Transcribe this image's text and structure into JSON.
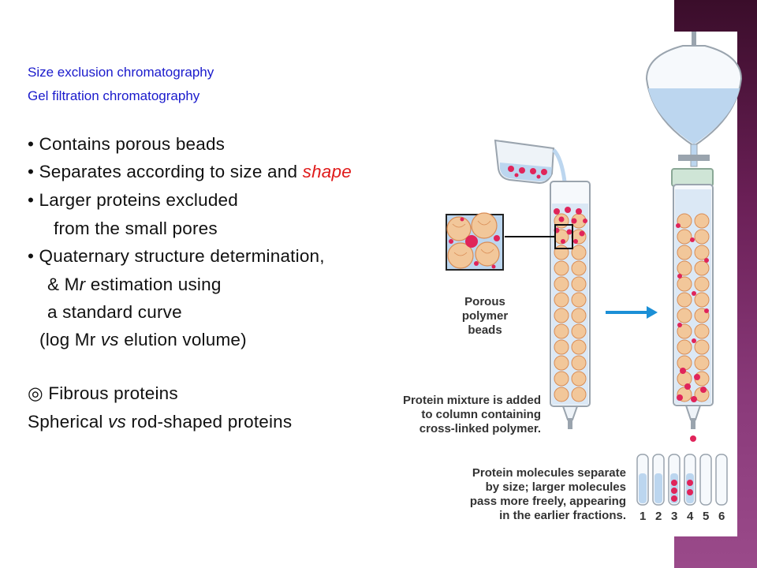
{
  "header": {
    "subtitle_1": "Size exclusion chromatography",
    "subtitle_2": "Gel filtration chromatography"
  },
  "bullets": {
    "b1": "• Contains porous beads",
    "b2_a": "• Separates according to size and ",
    "b2_b": "shape",
    "b3_a": "• Larger proteins excluded",
    "b3_b": "from the small pores",
    "b4_a": "• Quaternary structure determination,",
    "b4_b_1": "& M",
    "b4_b_2": "r",
    "b4_b_3": " estimation using",
    "b4_c": "a standard curve",
    "b4_d_1": "(log Mr ",
    "b4_d_2": "vs",
    "b4_d_3": " elution volume)"
  },
  "notes": {
    "n1": "◎ Fibrous proteins",
    "n2_a": "Spherical ",
    "n2_b": "vs",
    "n2_c": " rod-shaped proteins"
  },
  "figure": {
    "inset_label_1": "Porous",
    "inset_label_2": "polymer beads",
    "caption_added_1": "Protein mixture is added",
    "caption_added_2": "to column containing",
    "caption_added_3": "cross-linked polymer.",
    "caption_sep_1": "Protein molecules separate",
    "caption_sep_2": "by size; larger molecules",
    "caption_sep_3": "pass more freely, appearing",
    "caption_sep_4": "in the earlier fractions.",
    "tubes": [
      "1",
      "2",
      "3",
      "4",
      "5",
      "6"
    ],
    "colors": {
      "bead": "#f2c79a",
      "bead_line": "#d98d56",
      "protein": "#e0245a",
      "liquid": "#bcd6ef",
      "arrow": "#1b8fd6",
      "band": "#6a1f56"
    }
  }
}
